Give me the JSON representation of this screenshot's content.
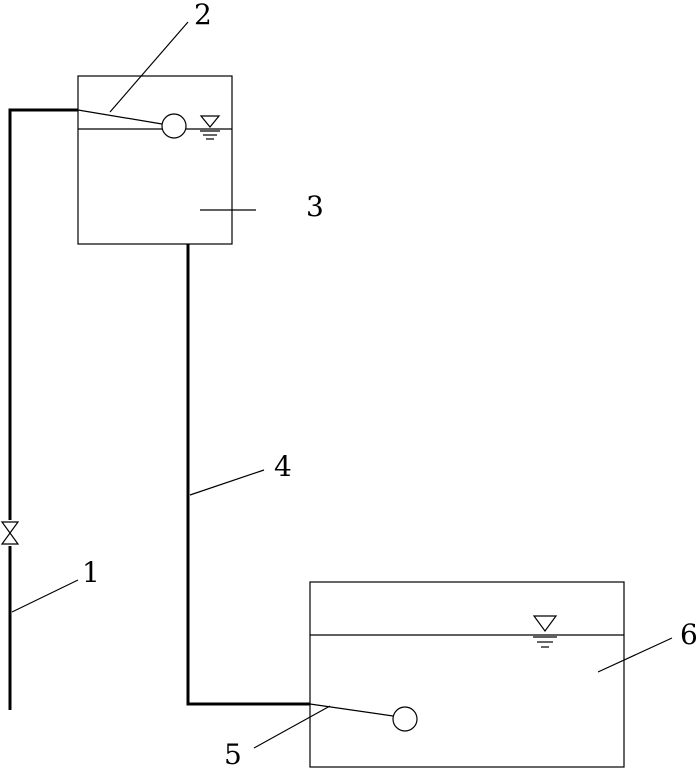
{
  "labels": {
    "inlet_pipe": "1",
    "float_valve_upper": "2",
    "upper_tank": "3",
    "connecting_pipe": "4",
    "float_valve_lower": "5",
    "lower_tank": "6"
  }
}
